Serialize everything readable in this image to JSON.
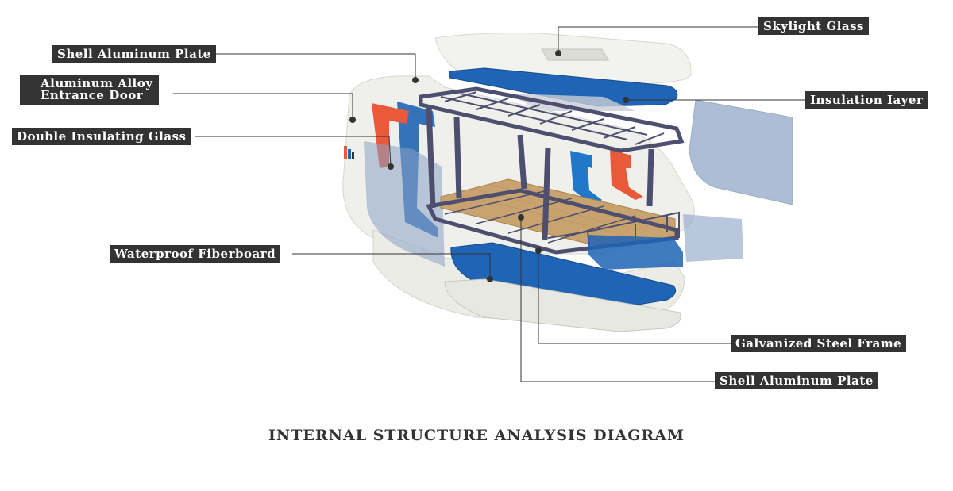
{
  "labels": {
    "skylight_glass": "Skylight Glass",
    "shell_aluminum_plate_top": "Shell Aluminum Plate",
    "aluminum_alloy_line1": "Aluminum Alloy",
    "aluminum_alloy_line2": "Entrance Door",
    "insulation_layer": "Insulation Iayer",
    "double_insulating_glass": "Double Insulating Glass",
    "waterproof_fiberboard": "Waterproof Fiberboard",
    "galvanized_steel_frame": "Galvanized Steel Frame",
    "shell_aluminum_plate_bottom": "Shell Aluminum Plate"
  },
  "caption": "INTERNAL STRUCTURE ANALYSIS DIAGRAM",
  "colors": {
    "label_bg": "#333333",
    "label_text": "#ffffff",
    "insulation_blue": "#1f64b5",
    "door_orange": "#e85a3a",
    "frame_steel": "#4e4e6e",
    "floor_wood": "#c8a36f",
    "glass_tint": "#8aa2c4",
    "shell_white": "#eeeeea"
  }
}
